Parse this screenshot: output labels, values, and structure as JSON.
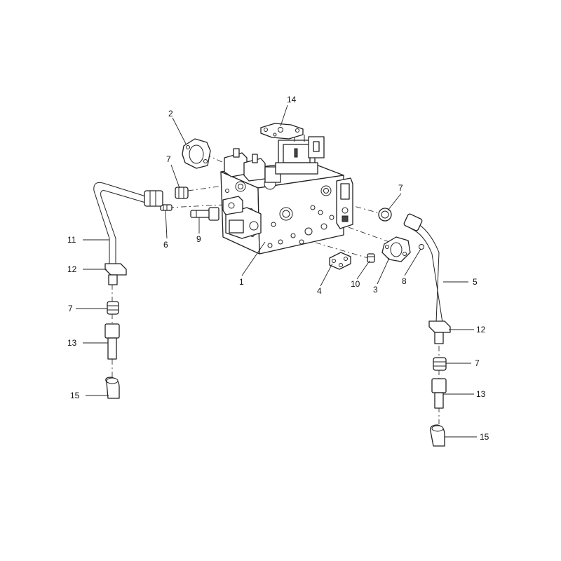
{
  "diagram": {
    "callouts": {
      "c1": "1",
      "c2": "2",
      "c3": "3",
      "c4": "4",
      "c5": "5",
      "c6": "6",
      "c7a": "7",
      "c7b": "7",
      "c7c": "7",
      "c7d": "7",
      "c8": "8",
      "c9": "9",
      "c10": "10",
      "c11": "11",
      "c12a": "12",
      "c12b": "12",
      "c13a": "13",
      "c13b": "13",
      "c14": "14",
      "c15a": "15",
      "c15b": "15"
    }
  }
}
